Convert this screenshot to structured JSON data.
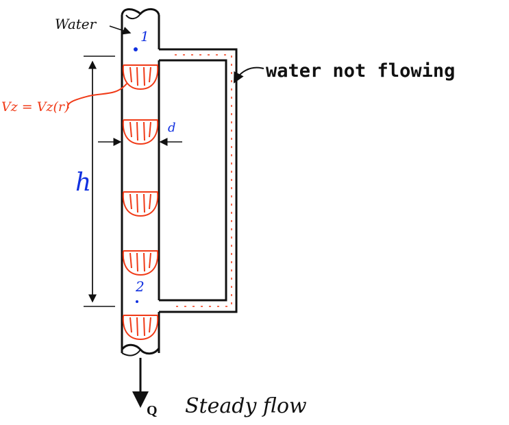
{
  "labels": {
    "water": "Water",
    "station_1": "1",
    "station_2": "2",
    "diameter": "d",
    "height": "h",
    "velocity_profile": "Vz = Vz(r)",
    "branch_note": "water not flowing",
    "flow_rate": "Q",
    "flow_note": "Steady flow"
  },
  "colors": {
    "ink": "#111111",
    "annotation_red": "#f03a17",
    "annotation_blue": "#1030e0"
  }
}
